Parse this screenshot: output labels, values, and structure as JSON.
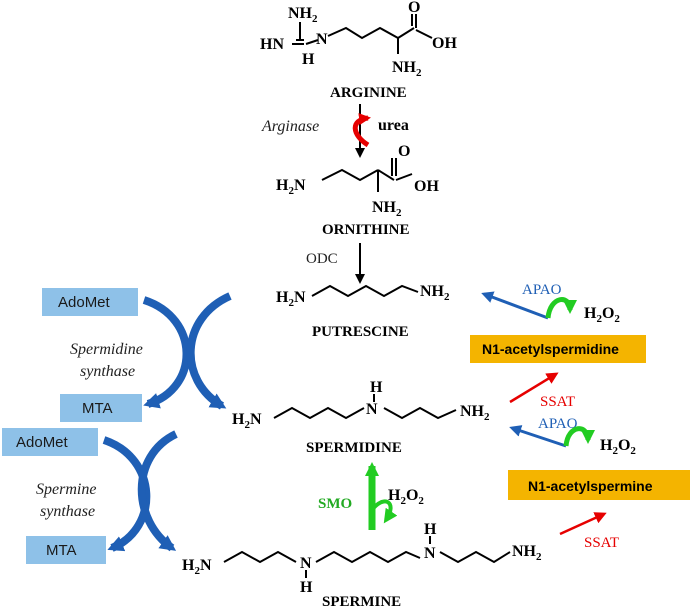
{
  "molecules": {
    "arginine": "ARGININE",
    "ornithine": "ORNITHINE",
    "putrescine": "PUTRESCINE",
    "spermidine": "SPERMIDINE",
    "spermine": "SPERMINE"
  },
  "enzymes": {
    "arginase": "Arginase",
    "odc": "ODC",
    "smo": "SMO",
    "apao_1": "APAO",
    "apao_2": "APAO",
    "ssat_1": "SSAT",
    "ssat_2": "SSAT",
    "spermidine_synthase_line1": "Spermidine",
    "spermidine_synthase_line2": "synthase",
    "spermine_synthase_line1": "Spermine",
    "spermine_synthase_line2": "synthase"
  },
  "byproducts": {
    "urea": "urea",
    "h2o2_main": "H",
    "h2o2_sub1": "2",
    "h2o2_o": "O",
    "h2o2_sub2": "2"
  },
  "boxes": {
    "adomet_1": "AdoMet",
    "mta_1": "MTA",
    "adomet_2": "AdoMet",
    "mta_2": "MTA",
    "n1_acetylspermidine": "N1-acetylspermidine",
    "n1_acetylspermine": "N1-acetylspermine"
  },
  "atoms": {
    "nh2": "NH",
    "h2n": "H",
    "h2n_n": "N",
    "sub2": "2",
    "hn": "HN",
    "n": "N",
    "h": "H",
    "oh": "OH",
    "o": "O"
  },
  "colors": {
    "red_arrow": "#e60000",
    "green_arrow": "#22cc22",
    "blue_arrow": "#1f5fb5",
    "box_blue": "#8ec1e8",
    "box_orange": "#f4b400",
    "ssat_text": "#e60000",
    "apao_text": "#1f5fb5",
    "smo_text": "#22aa22"
  }
}
